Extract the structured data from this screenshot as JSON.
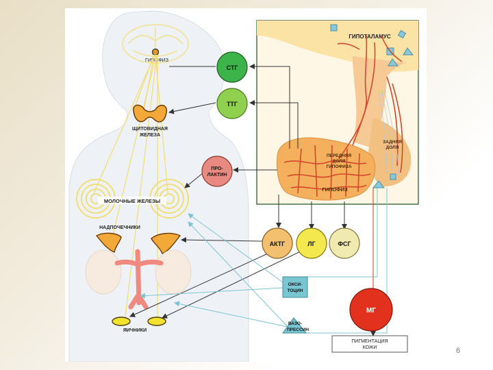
{
  "labels": {
    "hypophysis_body": "ГИПОФИЗ",
    "thyroid": "ЩИТОВИДНАЯ",
    "thyroid_2": "ЖЕЛЕЗА",
    "mammary": "МОЛОЧНЫЕ  ЖЕЛЕЗЫ",
    "adrenal": "НАДПОЧЕЧНИКИ",
    "ovaries": "ЯИЧНИКИ",
    "hypothalamus": "ГИПОТАЛАМУС",
    "anterior_1": "ПЕРЕДНЯЯ",
    "anterior_2": "ДОЛЯ",
    "anterior_3": "ГИПОФИЗА",
    "posterior_1": "ЗАДНЯЯ",
    "posterior_2": "ДОЛЯ",
    "hypophysis_inset": "ГИПОФИЗ",
    "skin_1": "ПИГМЕНТАЦИЯ",
    "skin_2": "КОЖИ"
  },
  "hormones": {
    "stg": "СТГ",
    "ttg": "ТТГ",
    "prolactin_1": "ПРО-",
    "prolactin_2": "ЛАКТИН",
    "actg": "АКТГ",
    "lg": "ЛГ",
    "fsg": "ФСГ",
    "mg": "МГ",
    "oxytocin_1": "ОКСИ-",
    "oxytocin_2": "ТОЦИН",
    "vasopressin_1": "ВАЗО-",
    "vasopressin_2": "ПРЕССИН"
  },
  "colors": {
    "stg": "#3cb44a",
    "ttg": "#8fd14f",
    "prolactin": "#e98a82",
    "actg": "#f2c06e",
    "lg": "#f3e84e",
    "fsg": "#f0e9b0",
    "mg": "#e2321e",
    "posterior_hormones": "#79c6d3",
    "gland": "#f3a93a",
    "vessel": "#d2462a"
  },
  "page": {
    "number": "6"
  }
}
